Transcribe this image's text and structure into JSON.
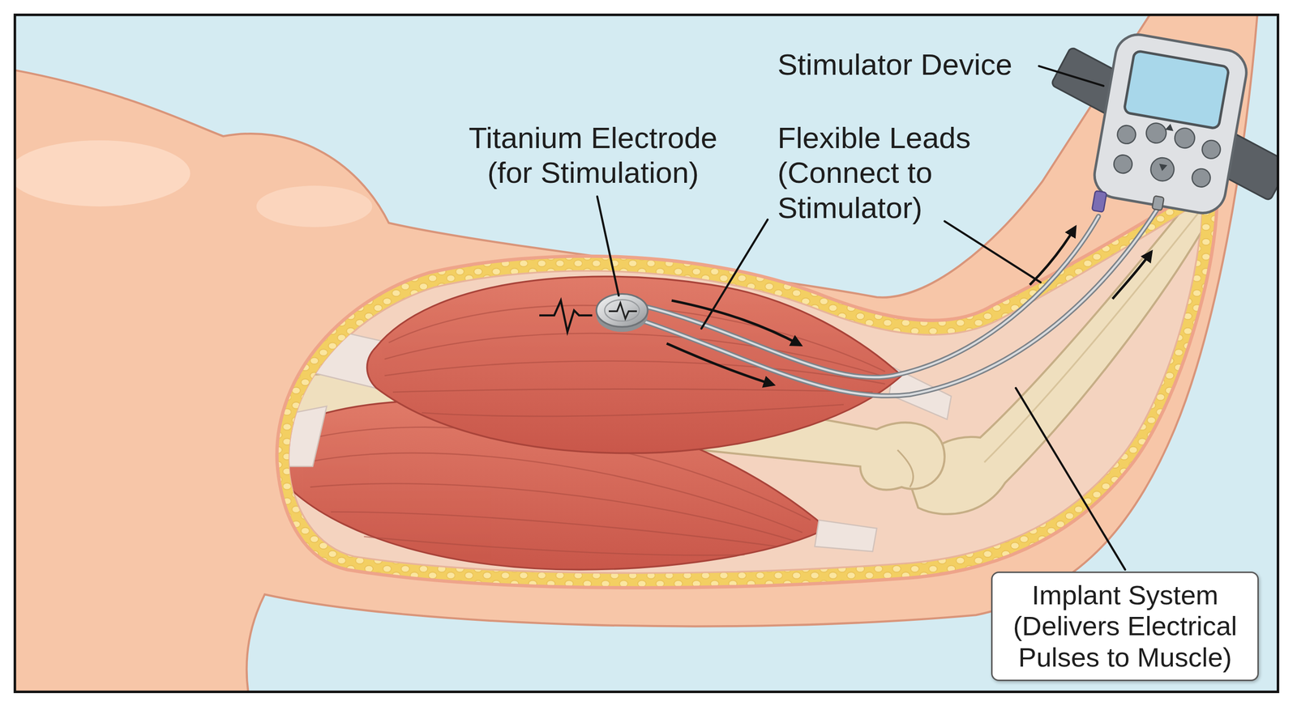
{
  "diagram": {
    "nodes": [
      {
        "text": [
          "Implant System (Delivers Electrical Pulses to Muscle)"
        ]
      }
    ],
    "labels": [
      "Stimulator Device",
      "Titanium Electrode (for Stimulation)",
      "Flexible Leads (Connect to Stimulator)"
    ]
  }
}
